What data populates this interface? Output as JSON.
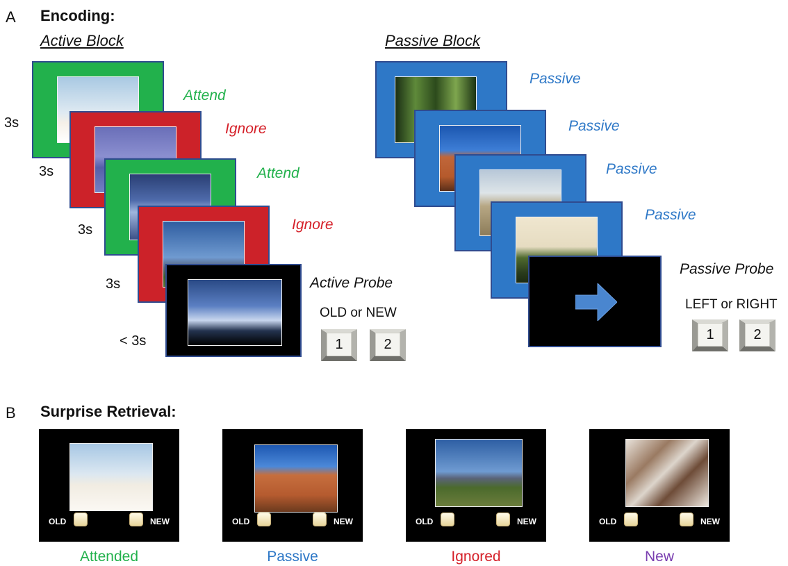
{
  "panel_a": {
    "letter": "A",
    "heading": "Encoding:",
    "active_title": "Active Block",
    "passive_title": "Passive Block",
    "active_cues": [
      "Attend",
      "Ignore",
      "Attend",
      "Ignore"
    ],
    "active_times": [
      "3s",
      "3s",
      "3s",
      "3s",
      "< 3s"
    ],
    "active_probe_label": "Active Probe",
    "active_question": "OLD or NEW",
    "passive_cues": [
      "Passive",
      "Passive",
      "Passive",
      "Passive"
    ],
    "passive_probe_label": "Passive Probe",
    "passive_question": "LEFT or RIGHT",
    "keys": [
      "1",
      "2"
    ]
  },
  "panel_b": {
    "letter": "B",
    "heading": "Surprise Retrieval:",
    "old_label": "OLD",
    "new_label": "NEW",
    "conditions": [
      "Attended",
      "Passive",
      "Ignored",
      "New"
    ]
  },
  "colors": {
    "attend": "#22b14c",
    "ignore": "#cc2229",
    "passive": "#2e78c7",
    "new": "#7a3fb0"
  }
}
